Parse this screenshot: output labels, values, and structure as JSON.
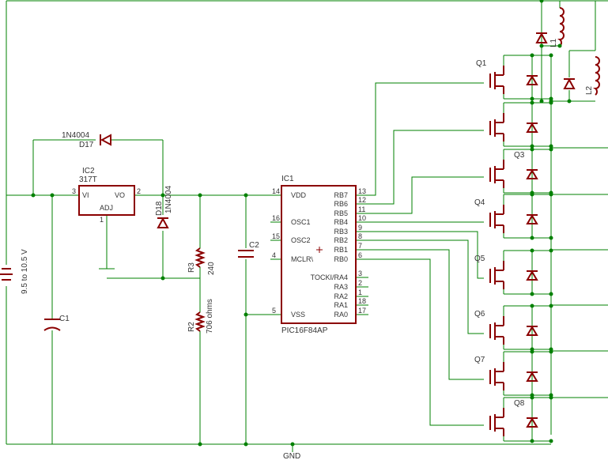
{
  "colors": {
    "wire": "#008000",
    "part": "#8b0000",
    "text": "#333333",
    "background": "#ffffff"
  },
  "battery": {
    "label": "9.5 to 10.5 V"
  },
  "regulator": {
    "name": "IC2",
    "value": "317T",
    "pin_vi": "VI",
    "pin_vo": "VO",
    "pin_adj": "ADJ",
    "pin3": "3",
    "pin2": "2",
    "pin1": "1"
  },
  "d17": {
    "name": "D17",
    "value": "1N4004"
  },
  "d18": {
    "name": "D18",
    "value": "1N4004"
  },
  "r3": {
    "name": "R3",
    "value": "240"
  },
  "r2": {
    "name": "R2",
    "value": "706 ohms"
  },
  "c1": {
    "name": "C1"
  },
  "c2": {
    "name": "C2"
  },
  "ic1": {
    "name": "IC1",
    "part": "PIC16F84AP",
    "left_pins": [
      {
        "num": "14",
        "label": "VDD"
      },
      {
        "num": "16",
        "label": "OSC1"
      },
      {
        "num": "15",
        "label": "OSC2"
      },
      {
        "num": "4",
        "label": "MCLR\\"
      },
      {
        "num": "5",
        "label": "VSS"
      }
    ],
    "right_pins": [
      {
        "num": "13",
        "label": "RB7"
      },
      {
        "num": "12",
        "label": "RB6"
      },
      {
        "num": "11",
        "label": "RB5"
      },
      {
        "num": "10",
        "label": "RB4"
      },
      {
        "num": "9",
        "label": "RB3"
      },
      {
        "num": "8",
        "label": "RB2"
      },
      {
        "num": "7",
        "label": "RB1"
      },
      {
        "num": "6",
        "label": "RB0"
      },
      {
        "num": "3",
        "label": "TOCKI/RA4"
      },
      {
        "num": "2",
        "label": "RA3"
      },
      {
        "num": "1",
        "label": "RA2"
      },
      {
        "num": "18",
        "label": "RA1"
      },
      {
        "num": "17",
        "label": "RA0"
      }
    ]
  },
  "transistors": [
    "Q1",
    "Q3",
    "Q4",
    "Q5",
    "Q6",
    "Q7",
    "Q8"
  ],
  "inductors": [
    "L1",
    "L2"
  ],
  "ground": {
    "label": "GND"
  }
}
